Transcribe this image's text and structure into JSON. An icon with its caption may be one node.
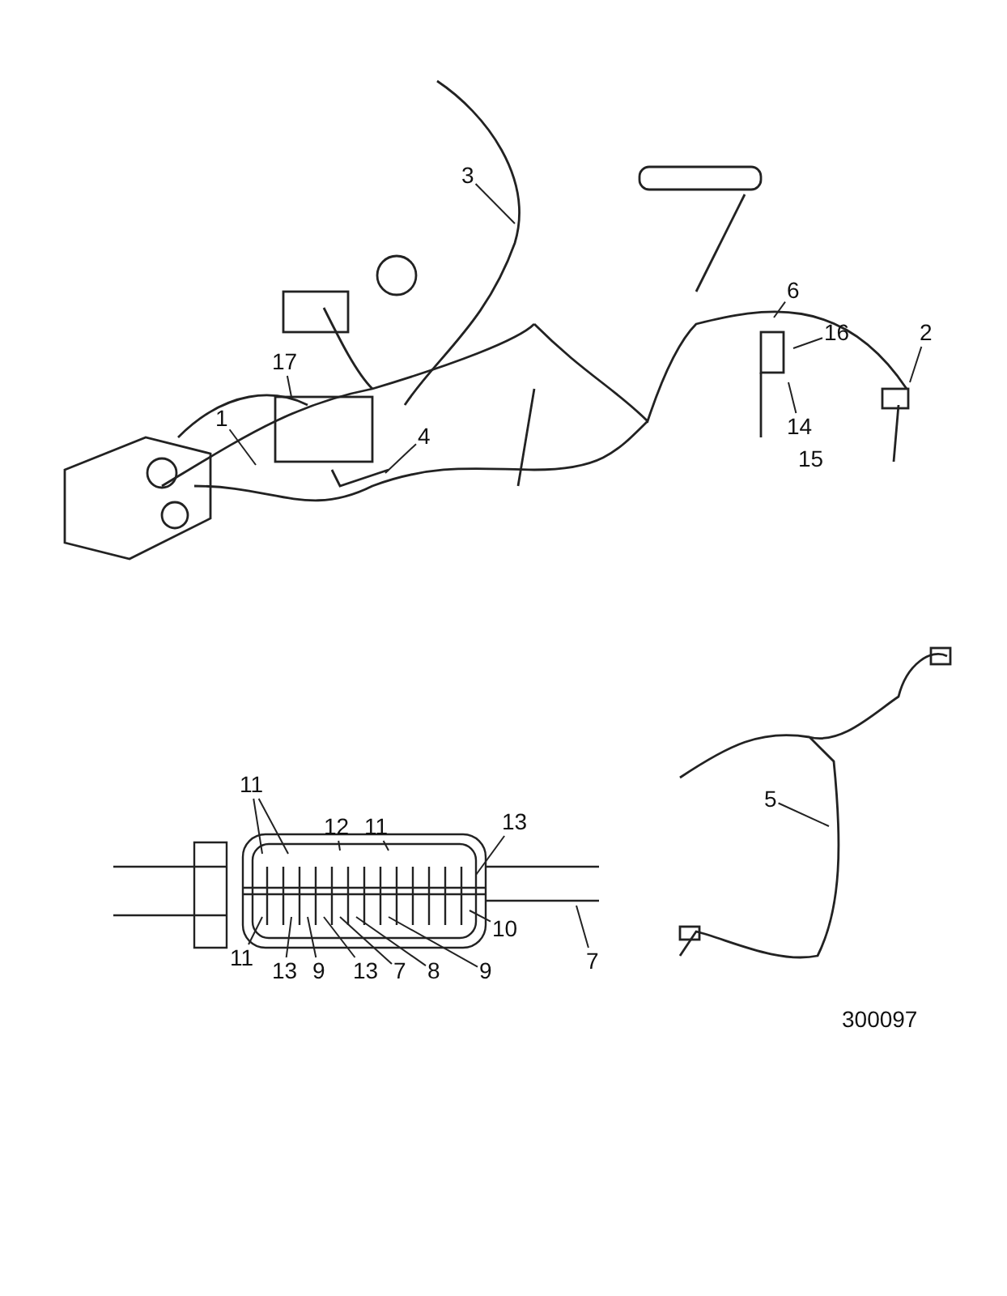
{
  "diagram": {
    "nodes": [
      {
        "text": [
          "3"
        ]
      },
      {
        "text": [
          "6"
        ]
      },
      {
        "text": [
          "16"
        ]
      },
      {
        "text": [
          "2"
        ]
      },
      {
        "text": [
          "17"
        ]
      },
      {
        "text": [
          "1"
        ]
      },
      {
        "text": [
          "14"
        ]
      },
      {
        "text": [
          "4"
        ]
      },
      {
        "text": [
          "5"
        ]
      },
      {
        "text": [
          "11"
        ]
      },
      {
        "text": [
          "12"
        ]
      },
      {
        "text": [
          "11"
        ]
      },
      {
        "text": [
          "13"
        ]
      },
      {
        "text": [
          "11"
        ]
      },
      {
        "text": [
          "13"
        ]
      },
      {
        "text": [
          "9"
        ]
      },
      {
        "text": [
          "13"
        ]
      },
      {
        "text": [
          "7"
        ]
      },
      {
        "text": [
          "8"
        ]
      },
      {
        "text": [
          "9"
        ]
      },
      {
        "text": [
          "10"
        ]
      },
      {
        "text": [
          "7"
        ]
      }
    ],
    "edges": [
      {
        "from": 0,
        "to": null,
        "arrow": "none"
      },
      {
        "from": 1,
        "to": null,
        "arrow": "none"
      },
      {
        "from": 2,
        "to": null,
        "arrow": "none"
      },
      {
        "from": 3,
        "to": null,
        "arrow": "none"
      },
      {
        "from": 4,
        "to": null,
        "arrow": "none"
      },
      {
        "from": 5,
        "to": null,
        "arrow": "none"
      },
      {
        "from": 6,
        "to": null,
        "arrow": "none"
      },
      {
        "from": 7,
        "to": null,
        "arrow": "none"
      },
      {
        "from": 8,
        "to": null,
        "arrow": "none"
      },
      {
        "from": 9,
        "to": null,
        "arrow": "none"
      },
      {
        "from": 9,
        "to": null,
        "arrow": "none"
      },
      {
        "from": 10,
        "to": null,
        "arrow": "none"
      },
      {
        "from": 11,
        "to": null,
        "arrow": "none"
      },
      {
        "from": 12,
        "to": null,
        "arrow": "none"
      },
      {
        "from": 13,
        "to": null,
        "arrow": "none"
      },
      {
        "from": 14,
        "to": null,
        "arrow": "none"
      },
      {
        "from": 15,
        "to": null,
        "arrow": "none"
      },
      {
        "from": 16,
        "to": null,
        "arrow": "none"
      },
      {
        "from": 17,
        "to": null,
        "arrow": "none"
      },
      {
        "from": 18,
        "to": null,
        "arrow": "none"
      },
      {
        "from": 19,
        "to": null,
        "arrow": "none"
      },
      {
        "from": 20,
        "to": null,
        "arrow": "none"
      },
      {
        "from": 21,
        "to": null,
        "arrow": "none"
      }
    ],
    "labels": [
      "15",
      "300097"
    ]
  }
}
